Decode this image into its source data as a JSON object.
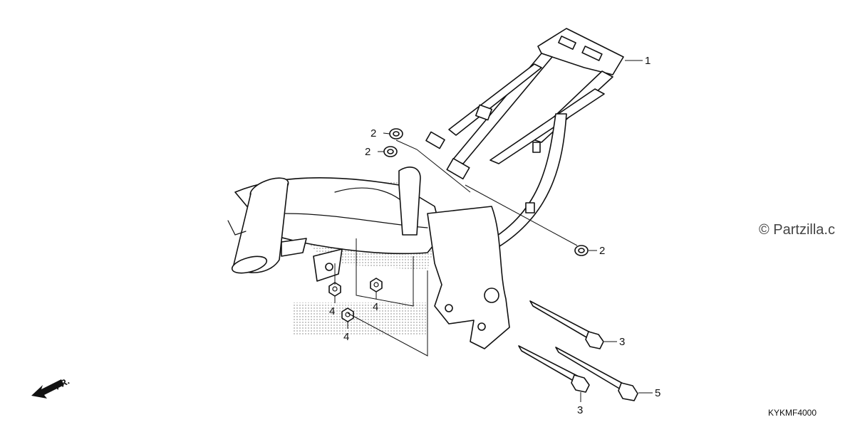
{
  "watermark": "© Partzilla.c",
  "diagram_code": "KYKMF4000",
  "direction_label": "FR.",
  "callouts": {
    "frame_body": "1",
    "nut_upper_a": "2",
    "nut_upper_b": "2",
    "nut_right": "2",
    "bolt_upper": "3",
    "bolt_lower": "3",
    "nut_left_a": "4",
    "nut_left_b": "4",
    "nut_center": "4",
    "bolt_long": "5"
  }
}
